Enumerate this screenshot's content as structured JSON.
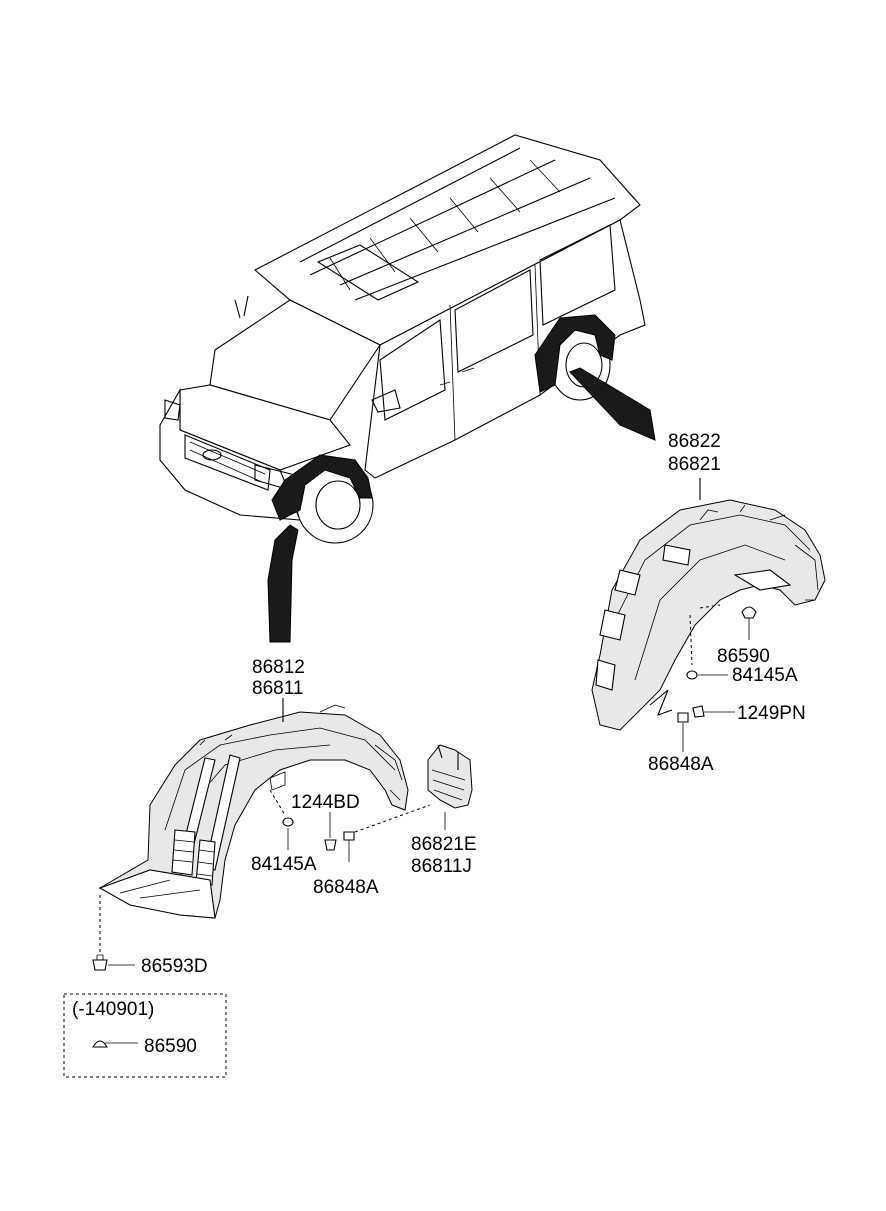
{
  "labels": {
    "rear_upper": "86822",
    "rear_lower": "86821",
    "rear_clip": "86590",
    "rear_nut": "84145A",
    "rear_screw": "1249PN",
    "rear_bolt": "86848A",
    "front_upper": "86812",
    "front_lower": "86811",
    "front_bolt_top": "1244BD",
    "front_nut": "84145A",
    "front_bolt": "86848A",
    "mudguard_upper": "86821E",
    "mudguard_lower": "86811J",
    "front_screw": "86593D",
    "note_range": "(-140901)",
    "note_part": "86590"
  },
  "icons": {
    "vehicle": "van-illustration",
    "rear_guard": "rear-wheel-guard-drawing",
    "front_guard": "front-wheel-guard-drawing",
    "mudguard": "mud-guard-drawing"
  }
}
